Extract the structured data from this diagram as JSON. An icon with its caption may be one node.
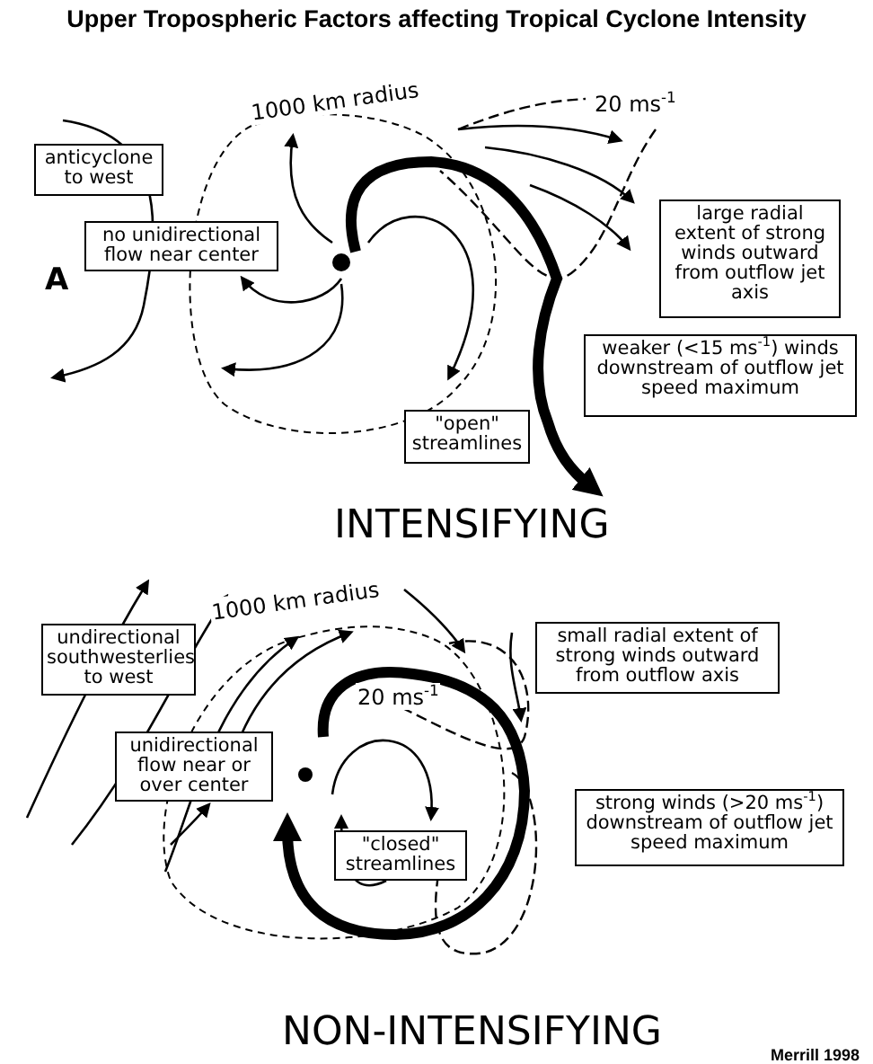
{
  "diagram": {
    "title": "Upper Tropospheric Factors affecting Tropical Cyclone Intensity",
    "nodes": [
      {
        "text": [
          "anticyclone to west"
        ]
      },
      {
        "text": [
          "no unidirectional flow near center"
        ]
      },
      {
        "text": [
          "large radial extent of strong winds outward from outflow jet axis"
        ]
      },
      {
        "text": [
          "weaker (<15 ms$^{-1}$) winds downstream of outflow jet speed maximum"
        ]
      },
      {
        "text": [
          "\"open\" streamlines"
        ]
      },
      {
        "text": [
          "undirectional southwesterlies to west"
        ]
      },
      {
        "text": [
          "unidirectional flow near or over center"
        ]
      },
      {
        "text": [
          "small radial extent of strong winds outward from outflow axis"
        ]
      },
      {
        "text": [
          "strong winds (>20 ms$^{-1}$) downstream of outflow jet speed maximum"
        ]
      },
      {
        "text": [
          "\"closed\" streamlines"
        ]
      }
    ],
    "labels": [
      "1000 km radius",
      "20 ms$^{-1}$",
      "A",
      "INTENSIFYING",
      "1000 km radius",
      "20 ms$^{-1}$",
      "NON-INTENSIFYING",
      "Merrill 1998"
    ]
  }
}
